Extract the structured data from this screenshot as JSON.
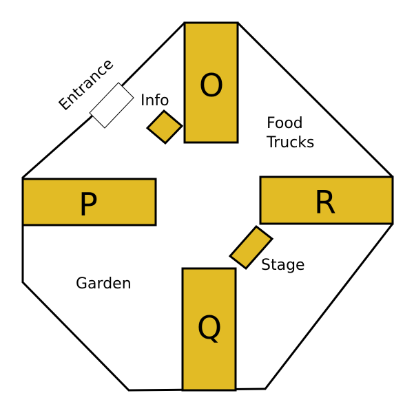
{
  "colors": {
    "building_fill": "#e2bb25",
    "outline": "#000000",
    "background": "#ffffff"
  },
  "buildings": [
    {
      "id": "o",
      "label": "O"
    },
    {
      "id": "p",
      "label": "P"
    },
    {
      "id": "q",
      "label": "Q"
    },
    {
      "id": "r",
      "label": "R"
    }
  ],
  "booths": {
    "info": {
      "label": "Info"
    },
    "stage": {
      "label": "Stage"
    }
  },
  "areas": {
    "entrance": "Entrance",
    "food_trucks_line1": "Food",
    "food_trucks_line2": "Trucks",
    "garden": "Garden"
  }
}
